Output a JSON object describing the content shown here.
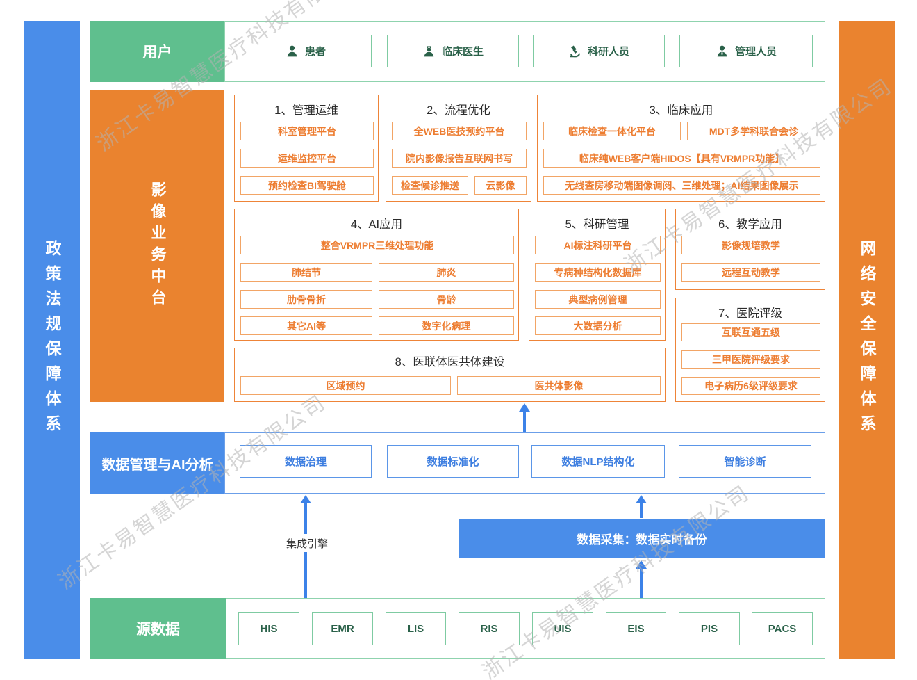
{
  "watermark": {
    "text": "浙江卡易智慧医疗科技有限公司"
  },
  "side_bars": {
    "left": "政策法规保障体系",
    "right": "网络安全保障体系"
  },
  "users": {
    "label": "用户",
    "items": [
      {
        "label": "患者",
        "icon": "patient-icon"
      },
      {
        "label": "临床医生",
        "icon": "doctor-icon"
      },
      {
        "label": "科研人员",
        "icon": "microscope-icon"
      },
      {
        "label": "管理人员",
        "icon": "manager-icon"
      }
    ]
  },
  "platform": {
    "label": "影像业务中台",
    "groups": [
      {
        "title": "1、管理运维",
        "items": [
          "科室管理平台",
          "运维监控平台",
          "预约检查BI驾驶舱"
        ]
      },
      {
        "title": "2、流程优化",
        "items": [
          "全WEB医技预约平台",
          "院内影像报告互联网书写",
          "检查候诊推送",
          "云影像"
        ]
      },
      {
        "title": "3、临床应用",
        "items": [
          "临床检查一体化平台",
          "MDT多学科联合会诊",
          "临床纯WEB客户端HIDOS【具有VRMPR功能】",
          "无线查房移动端图像调阅、三维处理；AI结果图像展示"
        ]
      },
      {
        "title": "4、AI应用",
        "items": [
          "整合VRMPR三维处理功能",
          "肺结节",
          "肺炎",
          "肋骨骨折",
          "骨龄",
          "其它AI等",
          "数字化病理"
        ]
      },
      {
        "title": "5、科研管理",
        "items": [
          "AI标注科研平台",
          "专病种结构化数据库",
          "典型病例管理",
          "大数据分析"
        ]
      },
      {
        "title": "6、教学应用",
        "items": [
          "影像规培教学",
          "远程互动教学"
        ]
      },
      {
        "title": "7、医院评级",
        "items": [
          "互联互通五级",
          "三甲医院评级要求",
          "电子病历6级评级要求"
        ]
      },
      {
        "title": "8、医联体医共体建设",
        "items": [
          "区域预约",
          "医共体影像"
        ]
      }
    ]
  },
  "data_mgmt": {
    "label": "数据管理与AI分析",
    "items": [
      "数据治理",
      "数据标准化",
      "数据NLP结构化",
      "智能诊断"
    ]
  },
  "integration": {
    "engine_label": "集成引擎",
    "collection_label": "数据采集：数据实时备份"
  },
  "source_data": {
    "label": "源数据",
    "items": [
      "HIS",
      "EMR",
      "LIS",
      "RIS",
      "UIS",
      "EIS",
      "PIS",
      "PACS"
    ]
  },
  "colors": {
    "green": "#5fbf8e",
    "orange": "#ea832f",
    "blue": "#4a8de9",
    "orange_text": "#ed7d31",
    "arrow_blue": "#3c82e8"
  }
}
